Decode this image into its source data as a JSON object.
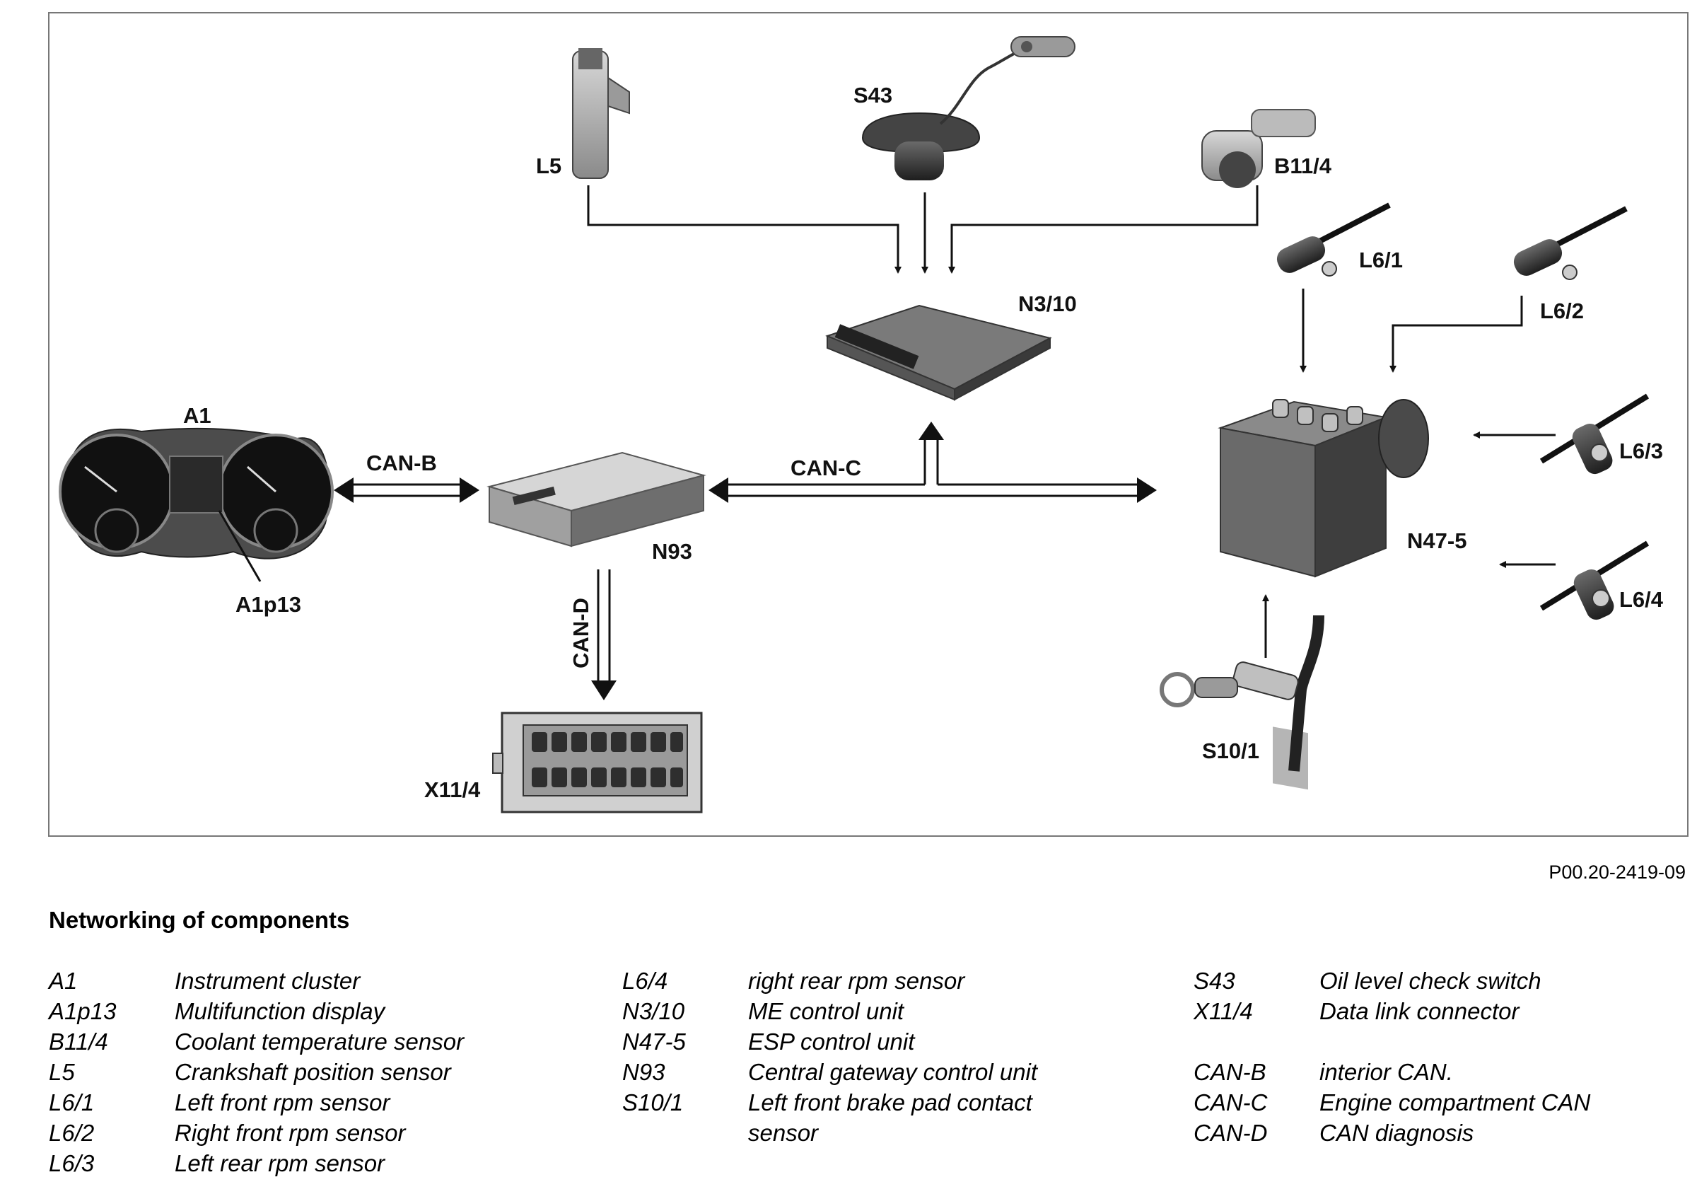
{
  "labels": {
    "A1": "A1",
    "A1p13": "A1p13",
    "L5": "L5",
    "S43": "S43",
    "B11_4": "B11/4",
    "N3_10": "N3/10",
    "L6_1": "L6/1",
    "L6_2": "L6/2",
    "L6_3": "L6/3",
    "L6_4": "L6/4",
    "N47_5": "N47-5",
    "N93": "N93",
    "S10_1": "S10/1",
    "X11_4": "X11/4",
    "CAN_B": "CAN-B",
    "CAN_C": "CAN-C",
    "CAN_D": "CAN-D"
  },
  "reference": "P00.20-2419-09",
  "caption_title": "Networking of components",
  "legend": {
    "col1": [
      {
        "code": "A1",
        "desc": "Instrument cluster"
      },
      {
        "code": "A1p13",
        "desc": "Multifunction display"
      },
      {
        "code": "B11/4",
        "desc": "Coolant temperature sensor"
      },
      {
        "code": "L5",
        "desc": "Crankshaft position sensor"
      },
      {
        "code": "L6/1",
        "desc": "Left front rpm sensor"
      },
      {
        "code": "L6/2",
        "desc": "Right front rpm sensor"
      },
      {
        "code": "L6/3",
        "desc": "Left rear rpm sensor"
      }
    ],
    "col2": [
      {
        "code": "L6/4",
        "desc": "right rear rpm sensor"
      },
      {
        "code": "N3/10",
        "desc": "ME control unit"
      },
      {
        "code": "N47-5",
        "desc": "ESP control unit"
      },
      {
        "code": "N93",
        "desc": "Central gateway control unit"
      },
      {
        "code": "S10/1",
        "desc": "Left front brake pad contact"
      },
      {
        "code": "",
        "desc": "sensor"
      }
    ],
    "col3": [
      {
        "code": "S43",
        "desc": "Oil level check switch"
      },
      {
        "code": "X11/4",
        "desc": "Data link connector"
      },
      {
        "code": "CAN-B",
        "desc": "interior CAN."
      },
      {
        "code": "CAN-C",
        "desc": "Engine compartment CAN"
      },
      {
        "code": "CAN-D",
        "desc": "CAN diagnosis"
      }
    ]
  }
}
